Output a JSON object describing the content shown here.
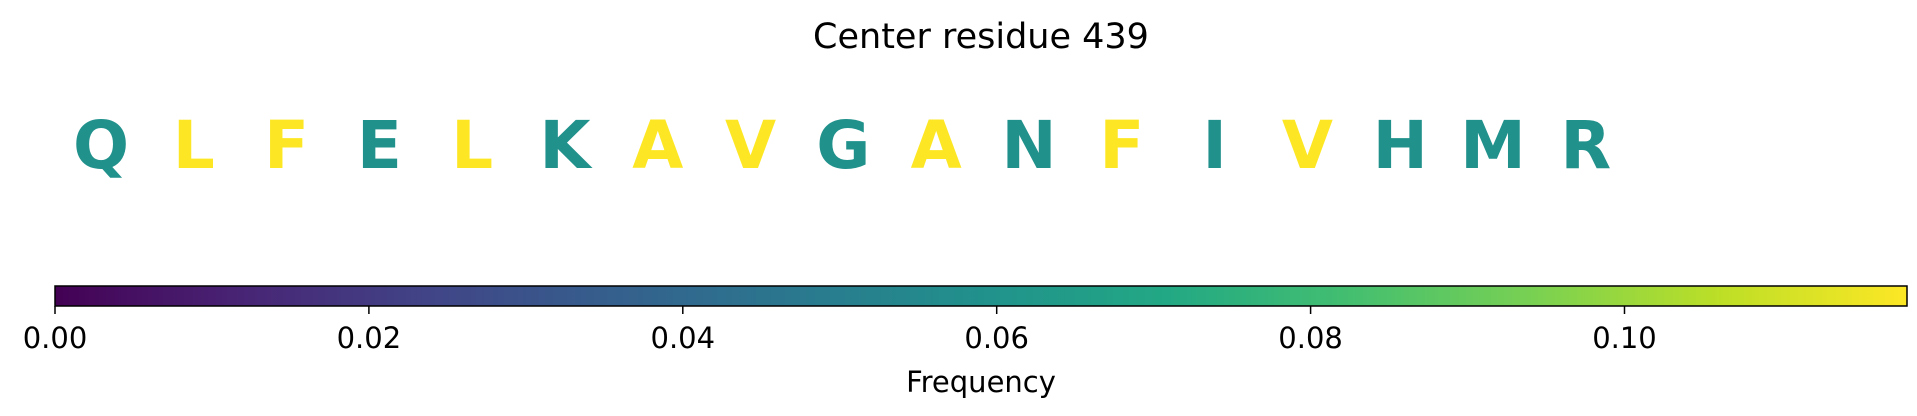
{
  "chart_data": {
    "type": "sequence-logo",
    "title": "Center residue 439",
    "residues": [
      {
        "letter": "Q",
        "color": "#21918c"
      },
      {
        "letter": "L",
        "color": "#fde725"
      },
      {
        "letter": "F",
        "color": "#fde725"
      },
      {
        "letter": "E",
        "color": "#21918c"
      },
      {
        "letter": "L",
        "color": "#fde725"
      },
      {
        "letter": "K",
        "color": "#21918c"
      },
      {
        "letter": "A",
        "color": "#fde725"
      },
      {
        "letter": "V",
        "color": "#fde725"
      },
      {
        "letter": "G",
        "color": "#21918c"
      },
      {
        "letter": "A",
        "color": "#fde725"
      },
      {
        "letter": "N",
        "color": "#21918c"
      },
      {
        "letter": "F",
        "color": "#fde725"
      },
      {
        "letter": "I",
        "color": "#21918c"
      },
      {
        "letter": "V",
        "color": "#fde725"
      },
      {
        "letter": "H",
        "color": "#21918c"
      },
      {
        "letter": "M",
        "color": "#21918c"
      },
      {
        "letter": "R",
        "color": "#21918c"
      }
    ],
    "colorbar": {
      "label": "Frequency",
      "colormap": "viridis",
      "range": [
        0,
        0.118
      ],
      "ticks": [
        0.0,
        0.02,
        0.04,
        0.06,
        0.08,
        0.1
      ],
      "tick_labels": [
        "0.00",
        "0.02",
        "0.04",
        "0.06",
        "0.08",
        "0.10"
      ],
      "colors": [
        "#440154",
        "#482475",
        "#414487",
        "#355f8d",
        "#2a788e",
        "#21918c",
        "#22a884",
        "#44bf70",
        "#7ad151",
        "#bddf26",
        "#fde725"
      ]
    }
  }
}
